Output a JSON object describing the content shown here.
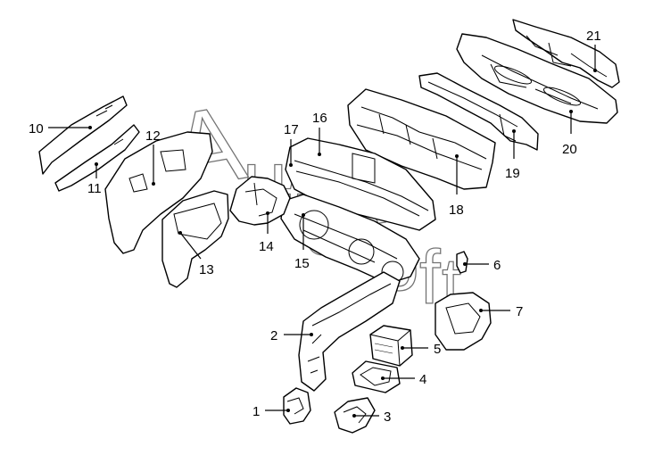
{
  "watermark": {
    "chars": [
      "A",
      "u",
      "t",
      "o",
      "S",
      "o",
      "f",
      "t"
    ]
  },
  "callouts": [
    {
      "id": "part-1",
      "label": "1"
    },
    {
      "id": "part-2",
      "label": "2"
    },
    {
      "id": "part-3",
      "label": "3"
    },
    {
      "id": "part-4",
      "label": "4"
    },
    {
      "id": "part-5",
      "label": "5"
    },
    {
      "id": "part-6",
      "label": "6"
    },
    {
      "id": "part-7",
      "label": "7"
    },
    {
      "id": "part-10",
      "label": "10"
    },
    {
      "id": "part-11",
      "label": "11"
    },
    {
      "id": "part-12",
      "label": "12"
    },
    {
      "id": "part-13",
      "label": "13"
    },
    {
      "id": "part-14",
      "label": "14"
    },
    {
      "id": "part-15",
      "label": "15"
    },
    {
      "id": "part-16",
      "label": "16"
    },
    {
      "id": "part-17",
      "label": "17"
    },
    {
      "id": "part-18",
      "label": "18"
    },
    {
      "id": "part-19",
      "label": "19"
    },
    {
      "id": "part-20",
      "label": "20"
    },
    {
      "id": "part-21",
      "label": "21"
    }
  ]
}
